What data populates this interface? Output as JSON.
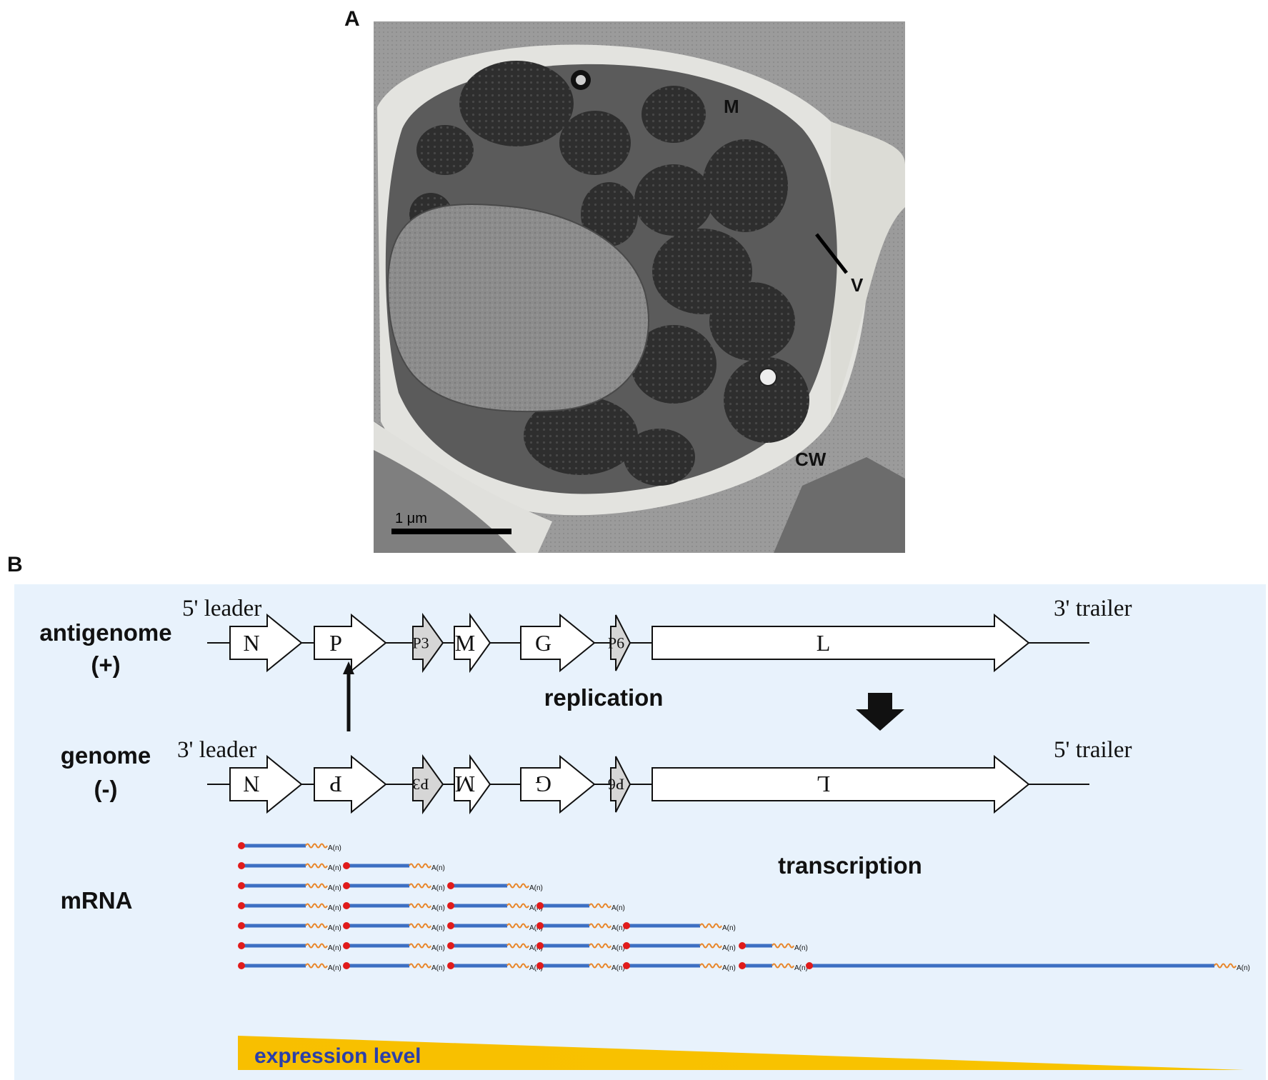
{
  "panel_a": {
    "label": "A",
    "annotations": {
      "mitochondrion": "M",
      "virions": "V",
      "cell_wall": "CW"
    },
    "scale_bar_label": "1  μm",
    "colors": {
      "background": "#9a9a9a",
      "cell_wall": "#e4e4e2",
      "cytoplasm": "#5a5a5a",
      "virion_clusters": "#2c2c2c",
      "nucleus": "#8a8a8a"
    }
  },
  "panel_b": {
    "label": "B",
    "background_color": "#e8f2fc",
    "antigenome": {
      "title_line1": "antigenome",
      "title_line2": "(+)",
      "left_end_label": "5' leader",
      "right_end_label": "3' trailer",
      "genes": [
        "N",
        "P",
        "P3",
        "M",
        "G",
        "P6",
        "L"
      ]
    },
    "genome": {
      "title_line1": "genome",
      "title_line2": "(-)",
      "left_end_label": "3' leader",
      "right_end_label": "5' trailer",
      "genes": [
        "N",
        "P",
        "P3",
        "M",
        "G",
        "P6",
        "L"
      ]
    },
    "replication_label": "replication",
    "transcription_label": "transcription",
    "mrna_label": "mRNA",
    "poly_a_label": "A(n)",
    "mrna_rows": [
      1,
      2,
      3,
      4,
      5,
      6,
      7
    ],
    "expression_label": "expression level",
    "colors": {
      "minor_gene_fill": "#d6d6d6",
      "gene_fill": "#ffffff",
      "mrna_line": "#3d6fc2",
      "cap": "#e01b1b",
      "poly_a_tail": "#e8862a",
      "expression_gradient": "#f8bf00",
      "expression_text": "#2a3faa"
    }
  }
}
